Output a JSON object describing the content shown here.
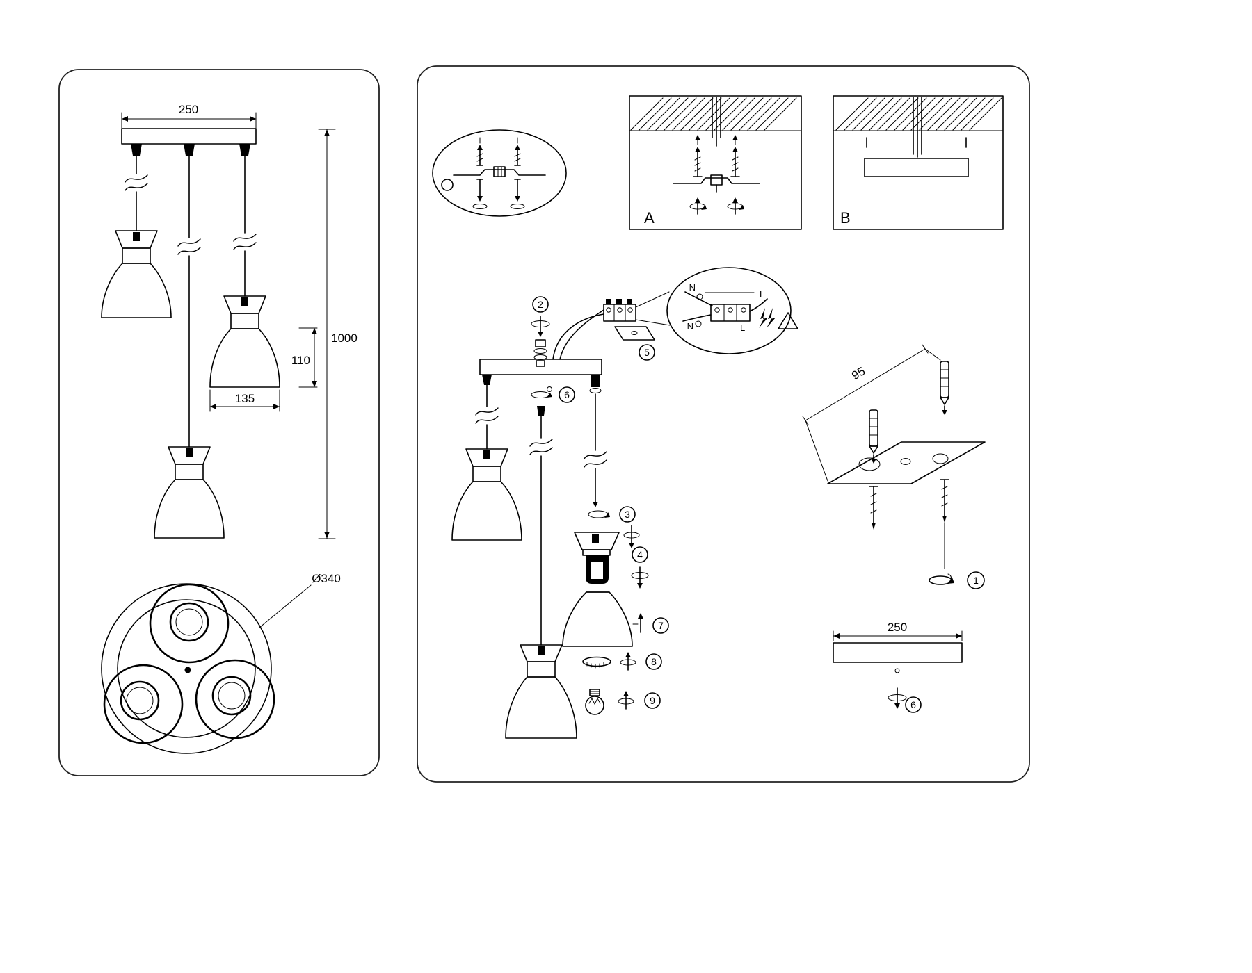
{
  "left": {
    "dim_canopy": "250",
    "dim_drop": "1000",
    "dim_shade_height": "110",
    "dim_shade_width": "135",
    "dim_base_diameter": "Ø340"
  },
  "right": {
    "variant_a": "A",
    "variant_b": "B",
    "dim_bracket": "95",
    "dim_canopy": "250",
    "wiring": {
      "n_top": "N",
      "l_top": "L",
      "n_bottom": "N",
      "l_bottom": "L"
    },
    "steps": {
      "s1": "1",
      "s2": "2",
      "s3": "3",
      "s4": "4",
      "s5": "5",
      "s6": "6",
      "s7": "7",
      "s8": "8",
      "s9": "9"
    }
  }
}
